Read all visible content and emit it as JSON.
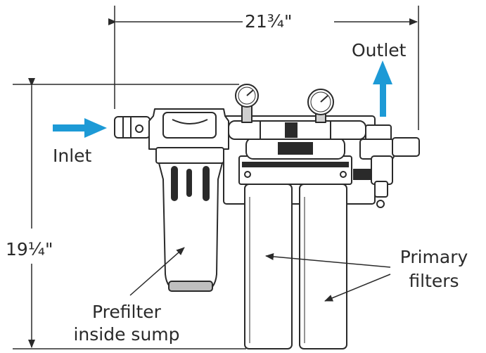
{
  "diagram": {
    "dimensions": {
      "width": "21¾\"",
      "height": "19¼\""
    },
    "labels": {
      "outlet": "Outlet",
      "inlet": "Inlet",
      "primary_filters_line1": "Primary",
      "primary_filters_line2": "filters",
      "prefilter_line1": "Prefilter",
      "prefilter_line2": "inside sump"
    },
    "colors": {
      "flow_arrow": "#1d9ad6",
      "line": "#2a2a2a"
    }
  }
}
